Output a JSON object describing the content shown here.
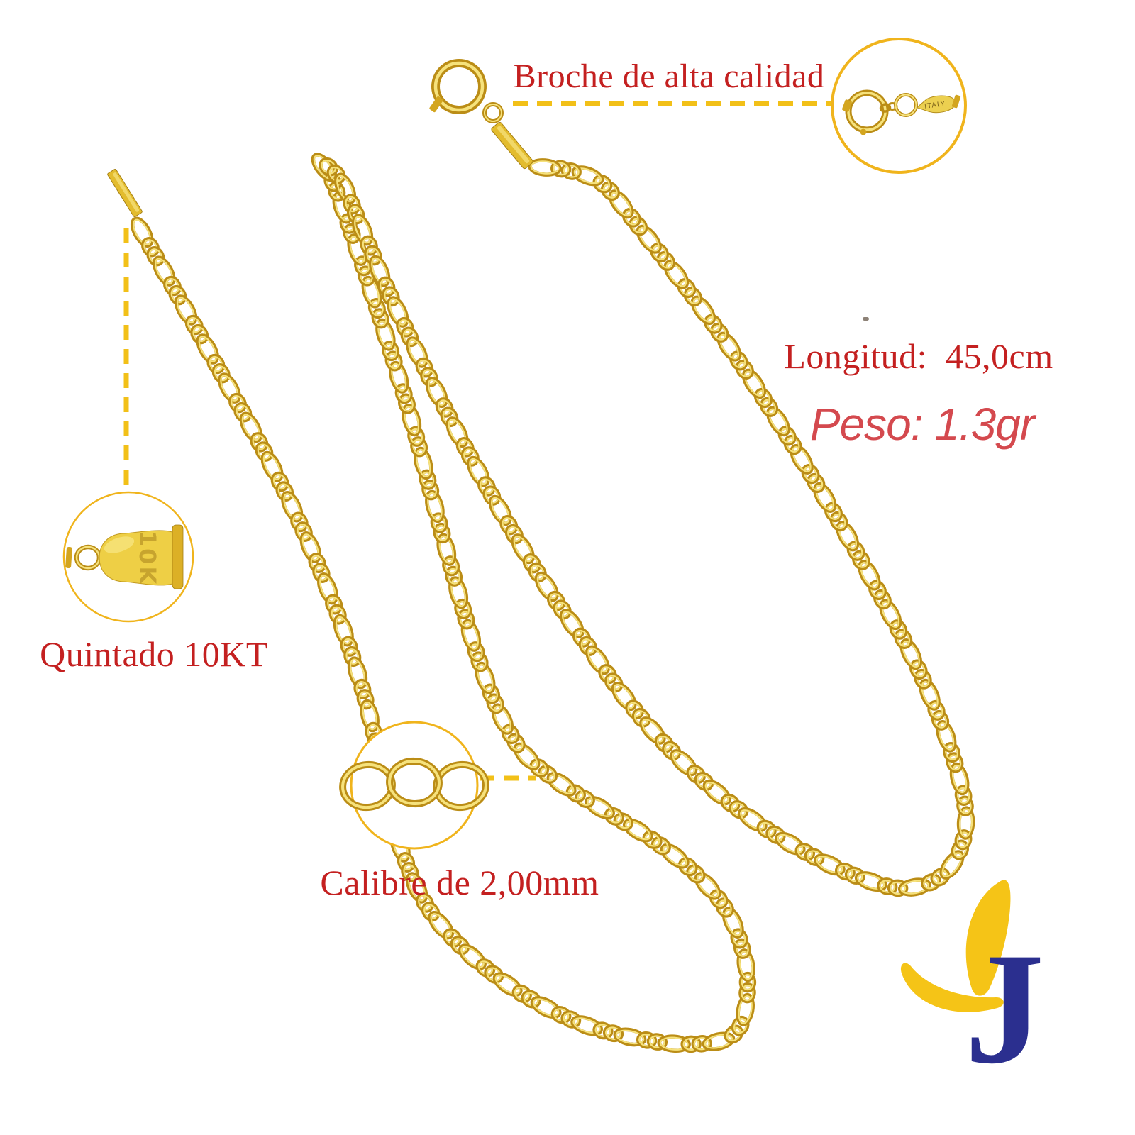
{
  "product": {
    "annotations": {
      "clasp_label": "Broche de alta calidad",
      "clasp_inset_stamp": "ITALY",
      "purity_label": "Quintado 10KT",
      "purity_stamp": "10K",
      "gauge_label": "Calibre de 2,00mm",
      "length_text": "Longitud:  45,0cm",
      "weight_text": "Peso: 1.3gr"
    },
    "logo_letter": "J"
  },
  "colors": {
    "background": "#ffffff",
    "label_red": "#c42020",
    "weight_red": "#d4494e",
    "accent_yellow": "#f2c018",
    "circle_yellow": "#f0b41c",
    "gold_dark": "#bb8d16",
    "gold_mid": "#e0b62a",
    "gold_light": "#f6e27c",
    "logo_yellow": "#f5c417",
    "logo_blue": "#2b2f8f"
  }
}
